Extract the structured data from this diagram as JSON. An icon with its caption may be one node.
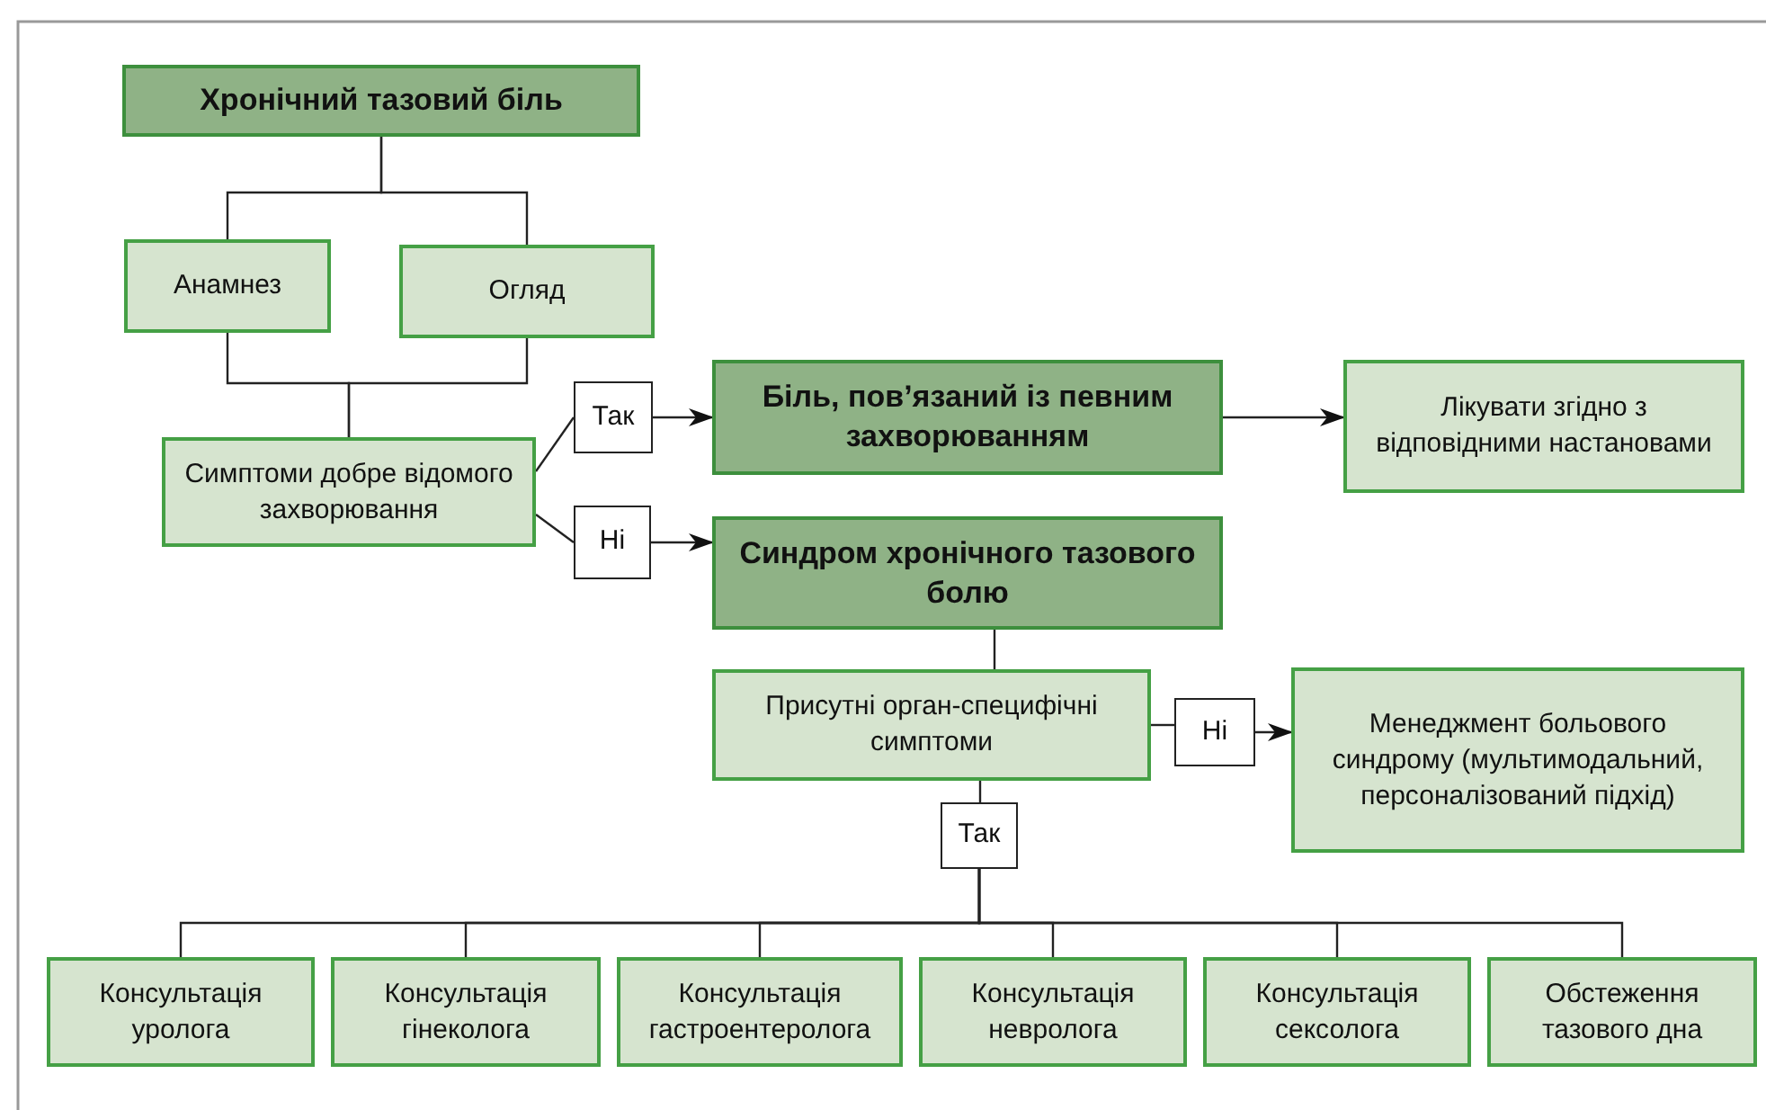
{
  "diagram": {
    "nodes": [
      {
        "text": [
          "Хронічний тазовий біль"
        ]
      },
      {
        "text": [
          "Анамнез"
        ]
      },
      {
        "text": [
          "Огляд"
        ]
      },
      {
        "text": [
          "Симптоми добре відомого захворювання"
        ]
      },
      {
        "text": [
          "Так"
        ]
      },
      {
        "text": [
          "Ні"
        ]
      },
      {
        "text": [
          "Біль, пов’язаний із певним захворюванням"
        ]
      },
      {
        "text": [
          "Лікувати згідно з відповідними настановами"
        ]
      },
      {
        "text": [
          "Синдром хронічного тазового болю"
        ]
      },
      {
        "text": [
          "Присутні орган-специфічні симптоми"
        ]
      },
      {
        "text": [
          "Ні"
        ]
      },
      {
        "text": [
          "Менеджмент больового синдрому (мультимодальний, персоналізований підхід)"
        ]
      },
      {
        "text": [
          "Так"
        ]
      },
      {
        "text": [
          "Консультація уролога"
        ]
      },
      {
        "text": [
          "Консультація гінеколога"
        ]
      },
      {
        "text": [
          "Консультація гастроентеролога"
        ]
      },
      {
        "text": [
          "Консультація невролога"
        ]
      },
      {
        "text": [
          "Консультація сексолога"
        ]
      },
      {
        "text": [
          "Обстеження тазового дна"
        ]
      }
    ],
    "edges": [
      {
        "from": 0,
        "to": 1,
        "arrow": "none"
      },
      {
        "from": 0,
        "to": 2,
        "arrow": "none"
      },
      {
        "from": 1,
        "to": 3,
        "arrow": "none"
      },
      {
        "from": 2,
        "to": 3,
        "arrow": "none"
      },
      {
        "from": 3,
        "to": 4,
        "arrow": "none"
      },
      {
        "from": 3,
        "to": 5,
        "arrow": "none"
      },
      {
        "from": 4,
        "to": 6,
        "arrow": "to"
      },
      {
        "from": 5,
        "to": 8,
        "arrow": "to"
      },
      {
        "from": 6,
        "to": 7,
        "arrow": "to"
      },
      {
        "from": 8,
        "to": 9,
        "arrow": "none"
      },
      {
        "from": 9,
        "to": 10,
        "arrow": "none"
      },
      {
        "from": 10,
        "to": 11,
        "arrow": "to"
      },
      {
        "from": 9,
        "to": 12,
        "arrow": "none"
      },
      {
        "from": 12,
        "to": 13,
        "arrow": "none"
      },
      {
        "from": 12,
        "to": 14,
        "arrow": "none"
      },
      {
        "from": 12,
        "to": 15,
        "arrow": "none"
      },
      {
        "from": 12,
        "to": 16,
        "arrow": "none"
      },
      {
        "from": 12,
        "to": 17,
        "arrow": "none"
      },
      {
        "from": 12,
        "to": 18,
        "arrow": "none"
      }
    ]
  }
}
